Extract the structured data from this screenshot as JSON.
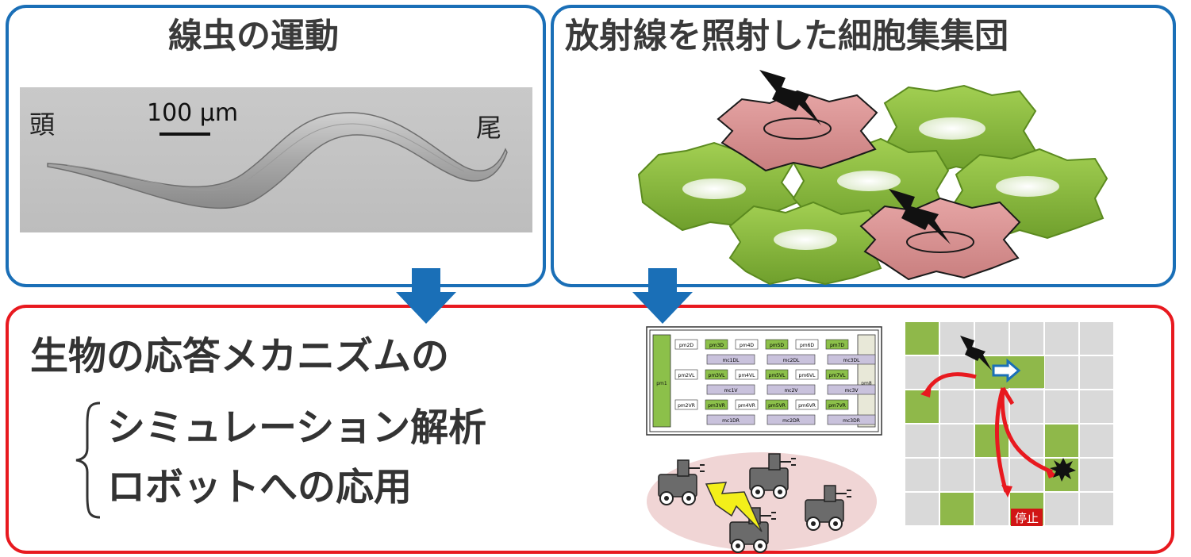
{
  "worm_panel": {
    "title": "線虫の運動",
    "label_head": "頭",
    "label_tail": "尾",
    "scale_bar_label": "100 μm"
  },
  "cells_panel": {
    "title": "放射線を照射した細胞集集団"
  },
  "bottom_panel": {
    "mechanism": "生物の応答メカニズムの",
    "simulation": "シミュレーション解析",
    "robot": "ロボットへの応用",
    "stop_label": "停止"
  },
  "chip_labels": {
    "row1": [
      "pm2D",
      "pm3D",
      "pm4D",
      "pm5D",
      "pm6D",
      "pm7D"
    ],
    "row2": [
      "mc1DL",
      "mc2DL",
      "mc3DL"
    ],
    "row3": [
      "pm2VL",
      "pm3VL",
      "pm4VL",
      "pm5VL",
      "pm6VL",
      "pm7VL"
    ],
    "row4": [
      "mc1V",
      "mc2V",
      "mc3V"
    ],
    "row5": [
      "pm2VR",
      "pm3VR",
      "pm4VR",
      "pm5VR",
      "pm6VR",
      "pm7VR"
    ],
    "row6": [
      "mc1DR",
      "mc2DR",
      "mc3DR"
    ],
    "left": "pm1",
    "right": "pm8"
  },
  "colors": {
    "blue_frame": "#1a6fb7",
    "red_frame": "#e8191f",
    "cell_green": "#8cbf3f",
    "cell_pink": "#d99494",
    "grid_green": "#8fb84a",
    "grid_gray": "#d9d9d9",
    "arrow_blue": "#1a6fb7"
  }
}
